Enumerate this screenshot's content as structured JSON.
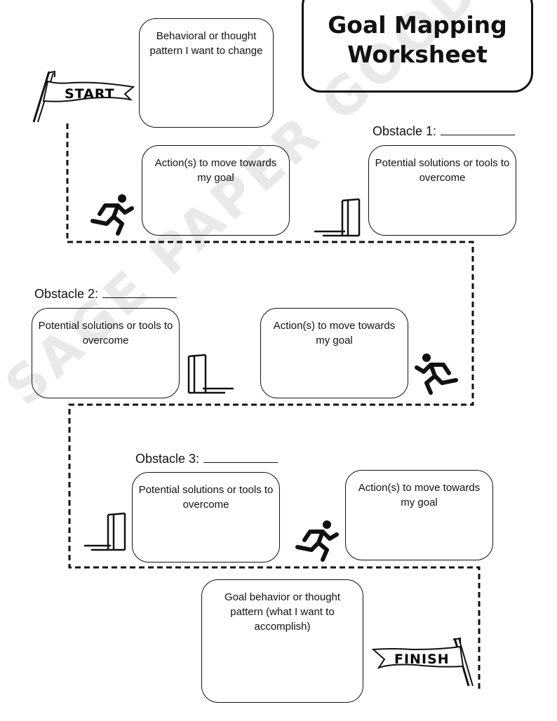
{
  "watermark": "SAGE PAPER GOODS",
  "title": {
    "line1": "Goal Mapping",
    "line2": "Worksheet"
  },
  "start_label": "START",
  "finish_label": "FINISH",
  "boxes": {
    "start_behavior": "Behavioral or thought pattern I want to change",
    "actions_1": "Action(s) to move towards my goal",
    "solutions_1": "Potential solutions or tools to overcome",
    "solutions_2": "Potential solutions or tools to overcome",
    "actions_2": "Action(s) to move towards my goal",
    "solutions_3": "Potential solutions or tools to overcome",
    "actions_3": "Action(s) to move towards my goal",
    "goal_behavior": "Goal behavior or thought pattern (what I want to accomplish)"
  },
  "obstacles": {
    "o1": "Obstacle 1:",
    "o2": "Obstacle 2:",
    "o3": "Obstacle 3:"
  },
  "icons": [
    "start-flag-icon",
    "finish-flag-icon",
    "runner-icon",
    "hurdle-icon"
  ]
}
